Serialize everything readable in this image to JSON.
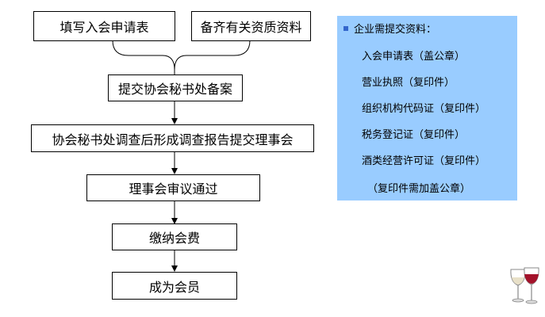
{
  "flow": {
    "step_fill_form": "填写入会申请表",
    "step_prepare_docs": "备齐有关资质资料",
    "step_submit": "提交协会秘书处备案",
    "step_investigate": "协会秘书处调查后形成调查报告提交理事会",
    "step_council_approve": "理事会审议通过",
    "step_pay_fee": "缴纳会费",
    "step_become_member": "成为会员"
  },
  "panel": {
    "title": "企业需提交资料：",
    "items": [
      "入会申请表（盖公章）",
      "营业执照（复印件）",
      "组织机构代码证（复印件）",
      "税务登记证（复印件）",
      "酒类经营许可证（复印件）",
      "（复印件需加盖公章）"
    ],
    "bullet_color": "#3366cc",
    "background": "#99ccff"
  },
  "decoration": {
    "icon": "wine-glasses-icon"
  }
}
